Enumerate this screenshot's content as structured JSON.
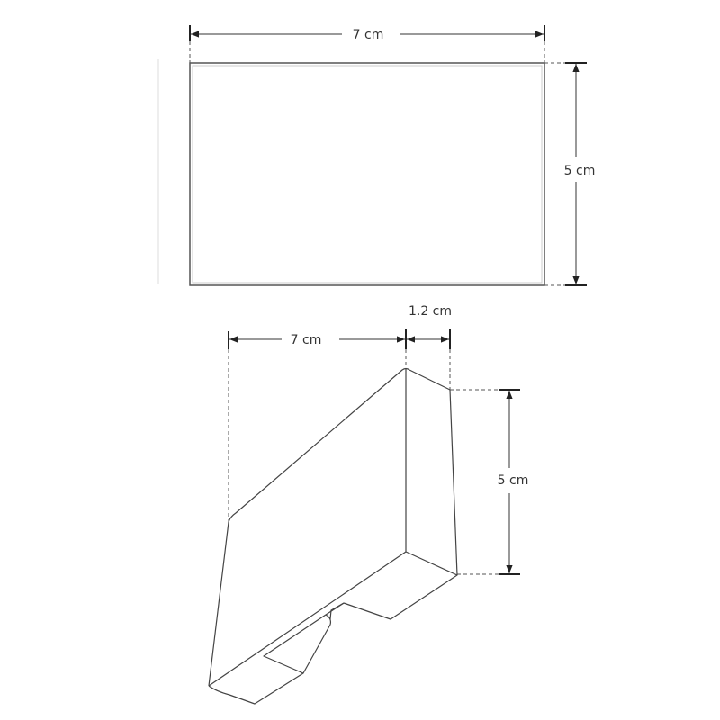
{
  "figure": {
    "type": "technical-dimension-drawing",
    "colors": {
      "line": "#444444",
      "text": "#333333",
      "background": "#ffffff",
      "inner_border": "#c8c8c8"
    }
  },
  "top_view": {
    "width_label": "7 cm",
    "height_label": "5 cm"
  },
  "iso_view": {
    "length_label": "7 cm",
    "depth_label": "1.2 cm",
    "height_label": "5 cm"
  }
}
